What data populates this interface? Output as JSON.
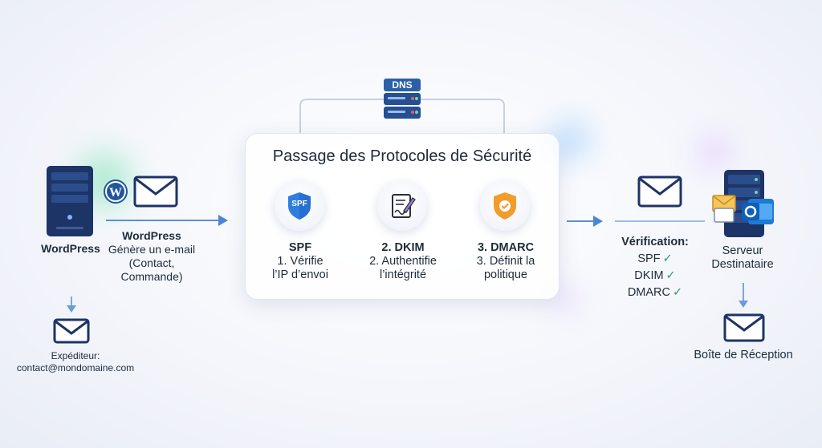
{
  "title": "Passage des Protocoles de Sécurité",
  "dns": {
    "label": "DNS"
  },
  "wordpress": {
    "server_label": "WordPress",
    "step_title": "WordPress",
    "step_desc_line1": "Génère un e-mail",
    "step_desc_line2": "(Contact,",
    "step_desc_line3": "Commande)"
  },
  "sender": {
    "label": "Expéditeur:",
    "address": "contact@mondomaine.com"
  },
  "protocols": [
    {
      "icon_text": "SPF",
      "title": "SPF",
      "line1": "1. Vérifie",
      "line2": "l’IP d’envoi"
    },
    {
      "title": "2. DKIM",
      "line1": "2. Authentifie",
      "line2": "l’intégrité"
    },
    {
      "title": "3. DMARC",
      "line1": "3. Définit la",
      "line2": "politique"
    }
  ],
  "verification": {
    "title": "Vérification:",
    "items": [
      "SPF",
      "DKIM",
      "DMARC"
    ],
    "check": "✓"
  },
  "recipient_server": {
    "line1": "Serveur",
    "line2": "Destinataire"
  },
  "inbox": {
    "label": "Boîte de Réception"
  },
  "icons": {
    "server": "server-tower-icon",
    "wordpress": "wordpress-logo-icon",
    "mail": "envelope-icon",
    "dns": "dns-server-icon",
    "spf": "spf-shield-icon",
    "dkim": "signed-document-icon",
    "dmarc": "shield-check-icon",
    "recipient": "mail-server-icon",
    "outlook": "outlook-icon"
  },
  "colors": {
    "arrow": "#4f86d2",
    "server_dark": "#1d3466",
    "check": "#2e9b5f",
    "dmarc_orange": "#f39b2b",
    "spf_blue": "#2f7de1"
  }
}
